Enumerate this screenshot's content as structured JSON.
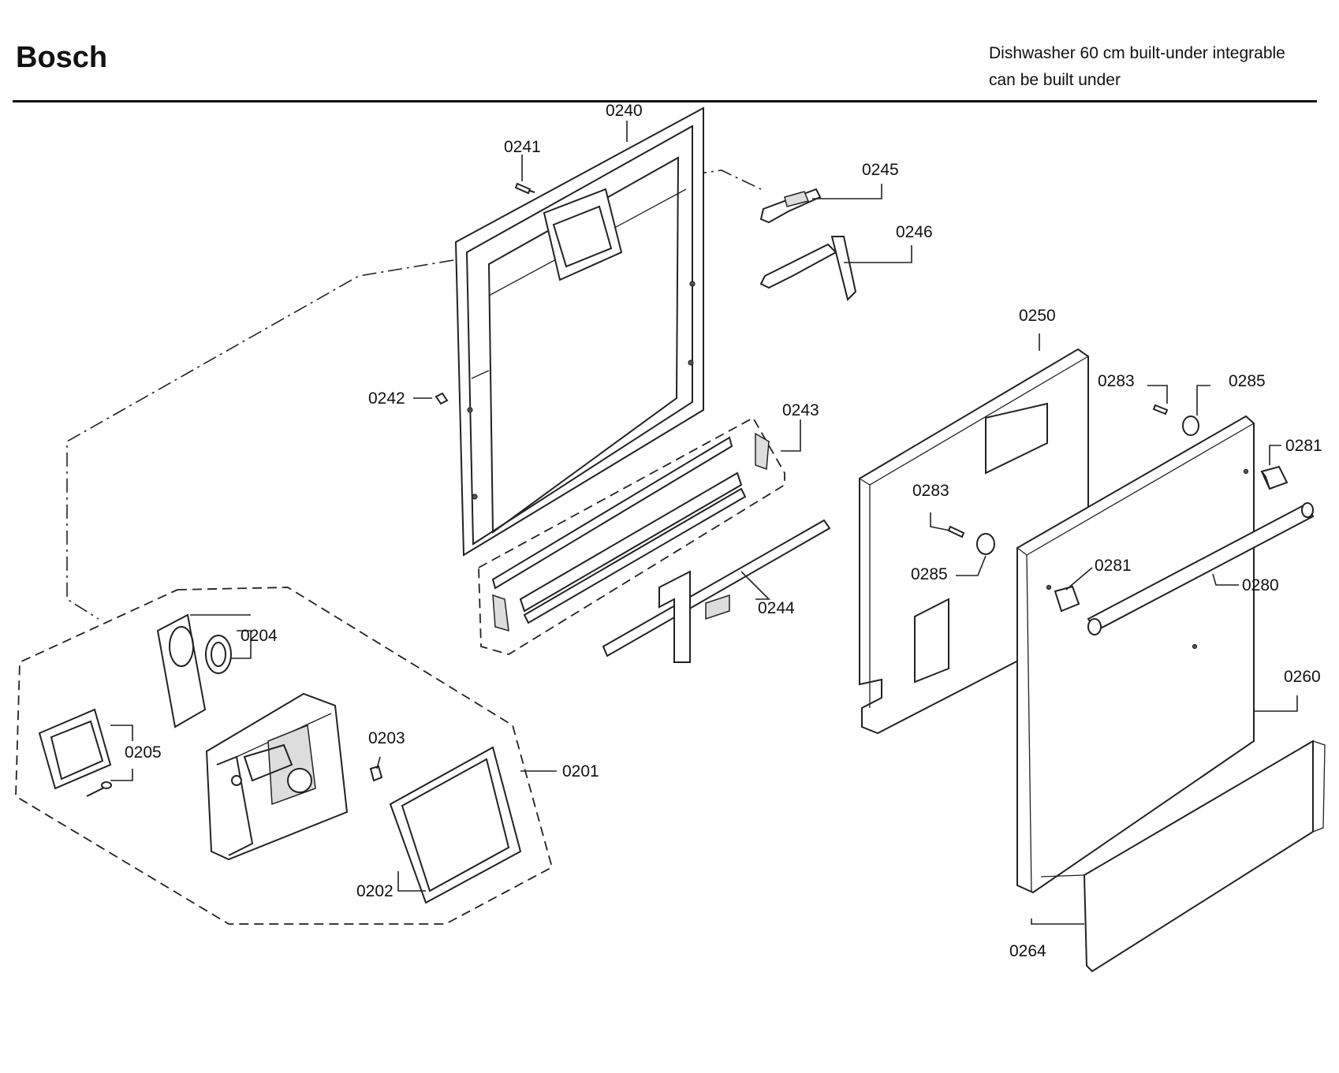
{
  "header": {
    "brand": "Bosch",
    "title_line1": "Dishwasher 60 cm built-under integrable",
    "title_line2": "can be built under"
  },
  "callouts": {
    "c0240": "0240",
    "c0241": "0241",
    "c0242": "0242",
    "c0243": "0243",
    "c0244": "0244",
    "c0245": "0245",
    "c0246": "0246",
    "c0250": "0250",
    "c0283a": "0283",
    "c0285a": "0285",
    "c0283b": "0283",
    "c0285b": "0285",
    "c0281a": "0281",
    "c0281b": "0281",
    "c0280": "0280",
    "c0260": "0260",
    "c0264": "0264",
    "c0201": "0201",
    "c0202": "0202",
    "c0203": "0203",
    "c0204": "0204",
    "c0205": "0205"
  }
}
